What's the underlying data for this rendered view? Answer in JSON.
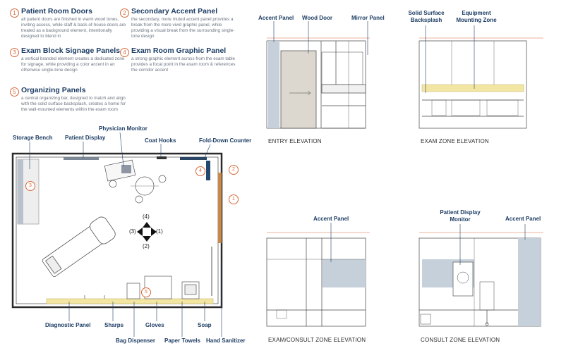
{
  "legend": [
    {
      "num": "1",
      "title": "Patient Room Doors",
      "body": "all patient doors are finished in warm wood tones, inviting access, while staff & back-of-house doors are treated as a background element, intentionally designed to blend in"
    },
    {
      "num": "2",
      "title": "Secondary Accent Panel",
      "body": "the secondary, more muted accent panel provides a break from the more vivid graphic panel, while providing a visual break from the surrounding single-tone design"
    },
    {
      "num": "3",
      "title": "Exam Block Signage Panels",
      "body": "a vertical branded element creates a dedicated zone for signage, while providing a color accent in an otherwise single-tone design"
    },
    {
      "num": "4",
      "title": "Exam Room Graphic Panel",
      "body": "a strong graphic element across from the exam table provides a focal point in the exam room & references the corridor accent"
    },
    {
      "num": "5",
      "title": "Organizing Panels",
      "body": "a central organizing bar, designed to match and align with the solid surface backsplash, creates a home for the wall-mounted elements within the exam room"
    }
  ],
  "plan_labels": {
    "storage_bench": "Storage Bench",
    "patient_display": "Patient Display",
    "physician_monitor": "Physician Monitor",
    "coat_hooks": "Coat Hooks",
    "fold_down_counter": "Fold-Down Counter",
    "diagnostic_panel": "Diagnostic Panel",
    "sharps": "Sharps",
    "bag_dispenser": "Bag Dispenser",
    "gloves": "Gloves",
    "paper_towels": "Paper Towels",
    "soap": "Soap",
    "hand_sanitizer": "Hand Sanitizer"
  },
  "plan_markers": {
    "m1": "1",
    "m2": "2",
    "m3": "3",
    "m4": "4",
    "m5": "5"
  },
  "directions": {
    "n": "(4)",
    "w": "(3)",
    "e": "(1)",
    "s": "(2)"
  },
  "entry": {
    "accent_panel": "Accent Panel",
    "wood_door": "Wood Door",
    "mirror_panel": "Mirror Panel",
    "caption": "ENTRY ELEVATION"
  },
  "exam_zone": {
    "solid_surface": "Solid Surface",
    "backsplash": "Backsplash",
    "equipment": "Equipment",
    "mounting_zone": "Mounting Zone",
    "caption": "EXAM ZONE ELEVATION"
  },
  "exam_consult": {
    "accent_panel": "Accent Panel",
    "caption": "EXAM/CONSULT ZONE ELEVATION"
  },
  "consult_zone": {
    "patient_display": "Patient Display",
    "monitor": "Monitor",
    "accent_panel": "Accent Panel",
    "caption": "CONSULT ZONE ELEVATION"
  },
  "colors": {
    "navy": "#1d3d64",
    "accent_orange": "#d8693a",
    "accent_blue": "#c6d0da",
    "door_wood": "#ddd8cf",
    "floor_yellow": "#f3e6a3"
  }
}
